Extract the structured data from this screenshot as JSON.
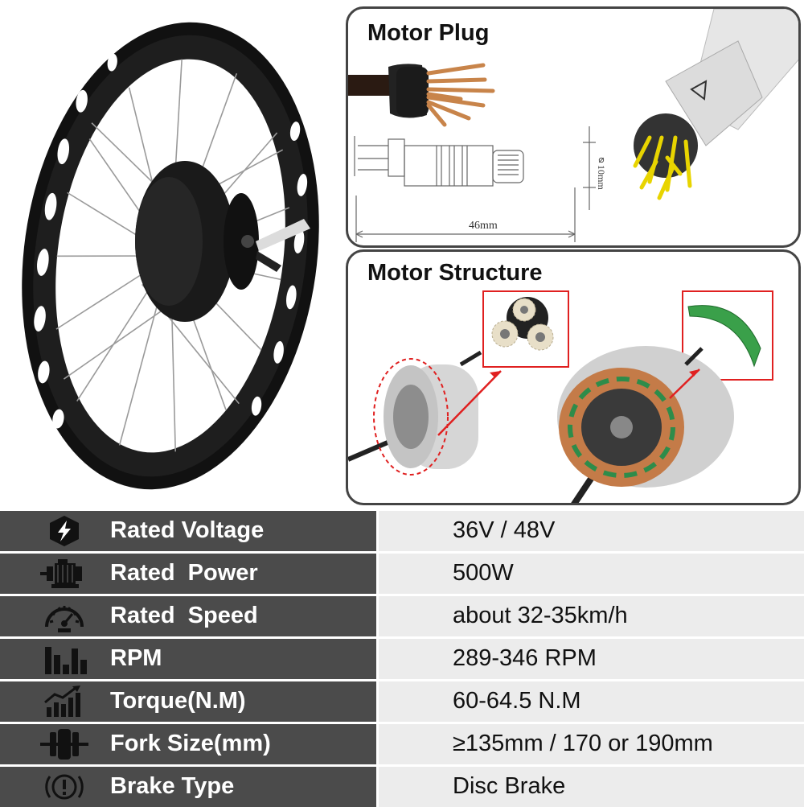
{
  "panels": {
    "motor_plug": {
      "title": "Motor Plug",
      "dimension_length": "46mm",
      "dimension_diameter": "⌀10mm"
    },
    "motor_structure": {
      "title": "Motor Structure"
    }
  },
  "specs": [
    {
      "icon": "lightning-hexagon-icon",
      "label": "Rated Voltage",
      "value": "36V / 48V"
    },
    {
      "icon": "motor-icon",
      "label": "Rated  Power",
      "value": "500W"
    },
    {
      "icon": "speedometer-icon",
      "label": "Rated  Speed",
      "value": "about 32-35km/h"
    },
    {
      "icon": "bar-chart-icon",
      "label": "RPM",
      "value": "289-346 RPM"
    },
    {
      "icon": "growth-chart-icon",
      "label": "Torque(N.M)",
      "value": "60-64.5 N.M"
    },
    {
      "icon": "hub-axle-icon",
      "label": "Fork Size(mm)",
      "value": "≥135mm / 170 or 190mm"
    },
    {
      "icon": "brake-warning-icon",
      "label": "Brake Type",
      "value": "Disc Brake"
    }
  ],
  "colors": {
    "label_bg": "#4b4b4b",
    "value_bg": "#ececec",
    "accent_red": "#e02020",
    "connector_yellow": "#e8d400"
  }
}
